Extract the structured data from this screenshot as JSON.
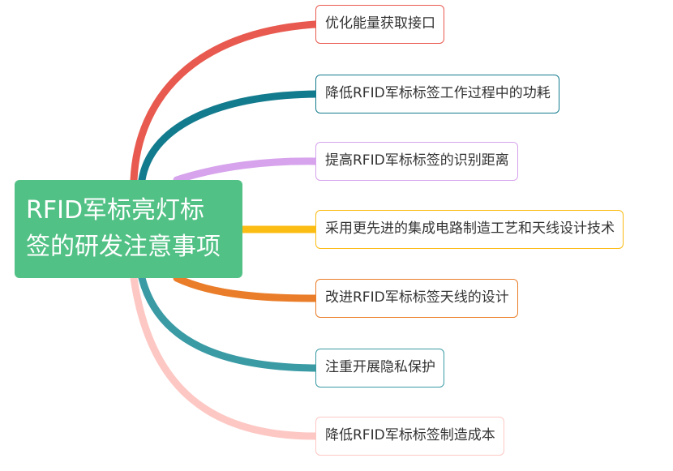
{
  "central": {
    "line1": "RFID军标亮灯标",
    "line2": "签的研发注意事项",
    "color": "#52c185"
  },
  "branches": [
    {
      "label": "优化能量获取接口",
      "color": "#e85a4f"
    },
    {
      "label": "降低RFID军标标签工作过程中的功耗",
      "color": "#137b8e"
    },
    {
      "label": "提高RFID军标标签的识别距离",
      "color": "#d6a3ec"
    },
    {
      "label": "采用更先进的集成电路制造工艺和天线设计技术",
      "color": "#fbbc13"
    },
    {
      "label": "改进RFID军标标签天线的设计",
      "color": "#ea7d29"
    },
    {
      "label": "注重开展隐私保护",
      "color": "#3a9ba5"
    },
    {
      "label": "降低RFID军标标签制造成本",
      "color": "#fdc8c4"
    }
  ]
}
